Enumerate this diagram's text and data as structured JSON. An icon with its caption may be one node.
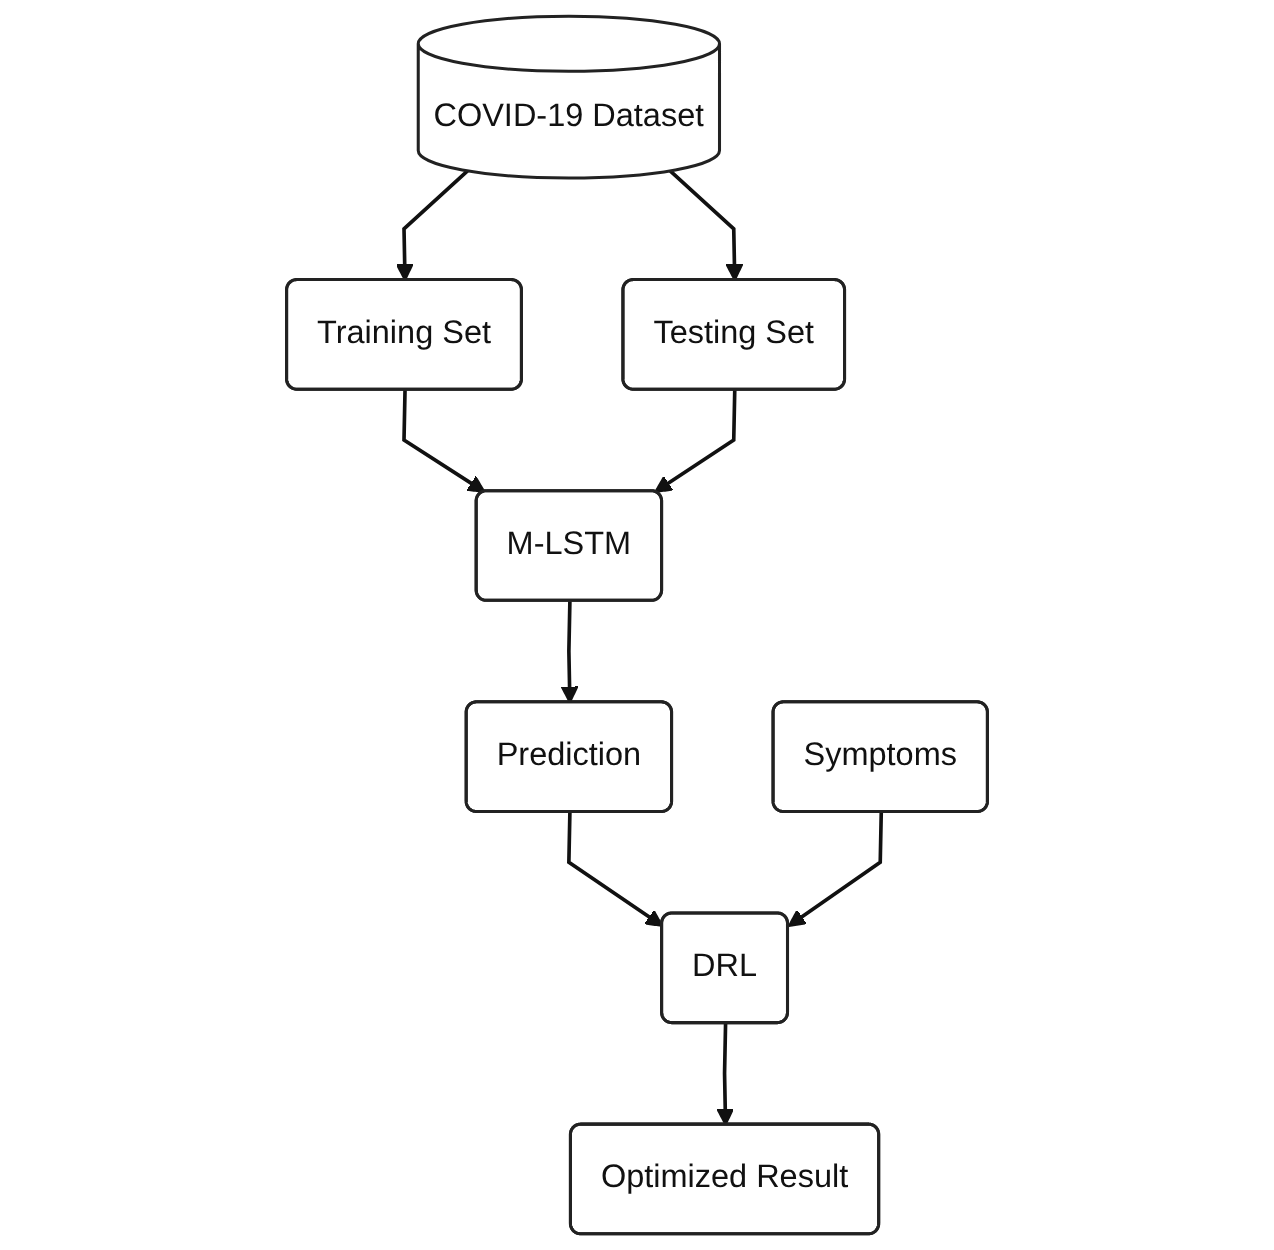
{
  "diagram": {
    "nodes": [
      {
        "text": [
          "COVID-19 Dataset"
        ]
      },
      {
        "text": [
          "Training Set"
        ]
      },
      {
        "text": [
          "Testing Set"
        ]
      },
      {
        "text": [
          "M-LSTM"
        ]
      },
      {
        "text": [
          "Prediction"
        ]
      },
      {
        "text": [
          "Symptoms"
        ]
      },
      {
        "text": [
          "DRL"
        ]
      },
      {
        "text": [
          "Optimized Result"
        ]
      }
    ],
    "edges": [
      {
        "from": 0,
        "to": 1,
        "arrow": "to"
      },
      {
        "from": 0,
        "to": 2,
        "arrow": "to"
      },
      {
        "from": 1,
        "to": 3,
        "arrow": "to"
      },
      {
        "from": 2,
        "to": 3,
        "arrow": "to"
      },
      {
        "from": 3,
        "to": 4,
        "arrow": "to"
      },
      {
        "from": 4,
        "to": 6,
        "arrow": "to"
      },
      {
        "from": 5,
        "to": 6,
        "arrow": "to"
      },
      {
        "from": 6,
        "to": 7,
        "arrow": "to"
      }
    ]
  }
}
